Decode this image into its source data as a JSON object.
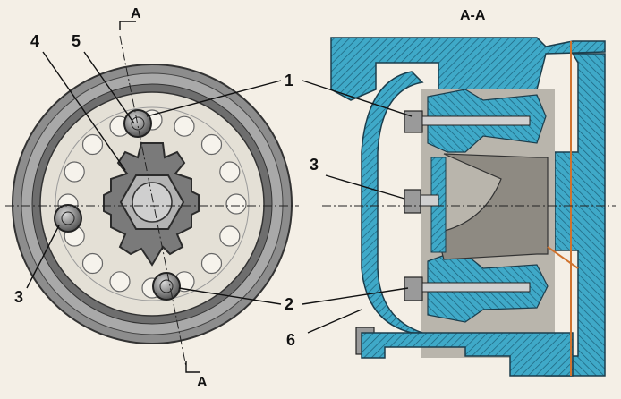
{
  "figure": {
    "section_title": "A-A",
    "section_mark": "A",
    "callouts": {
      "c1": "1",
      "c2": "2",
      "c3_left": "3",
      "c3_right": "3",
      "c4": "4",
      "c5": "5",
      "c6": "6"
    }
  },
  "colors": {
    "paper": "#f4efe6",
    "section_blue": "#3fa9c8",
    "hatch_dark": "#1c5f78",
    "metal_gray": "#8d8d8d",
    "metal_dark": "#4a4a4a",
    "face_light": "#e4e0d6",
    "interior": "#b9b5ac",
    "ink": "#111111"
  }
}
